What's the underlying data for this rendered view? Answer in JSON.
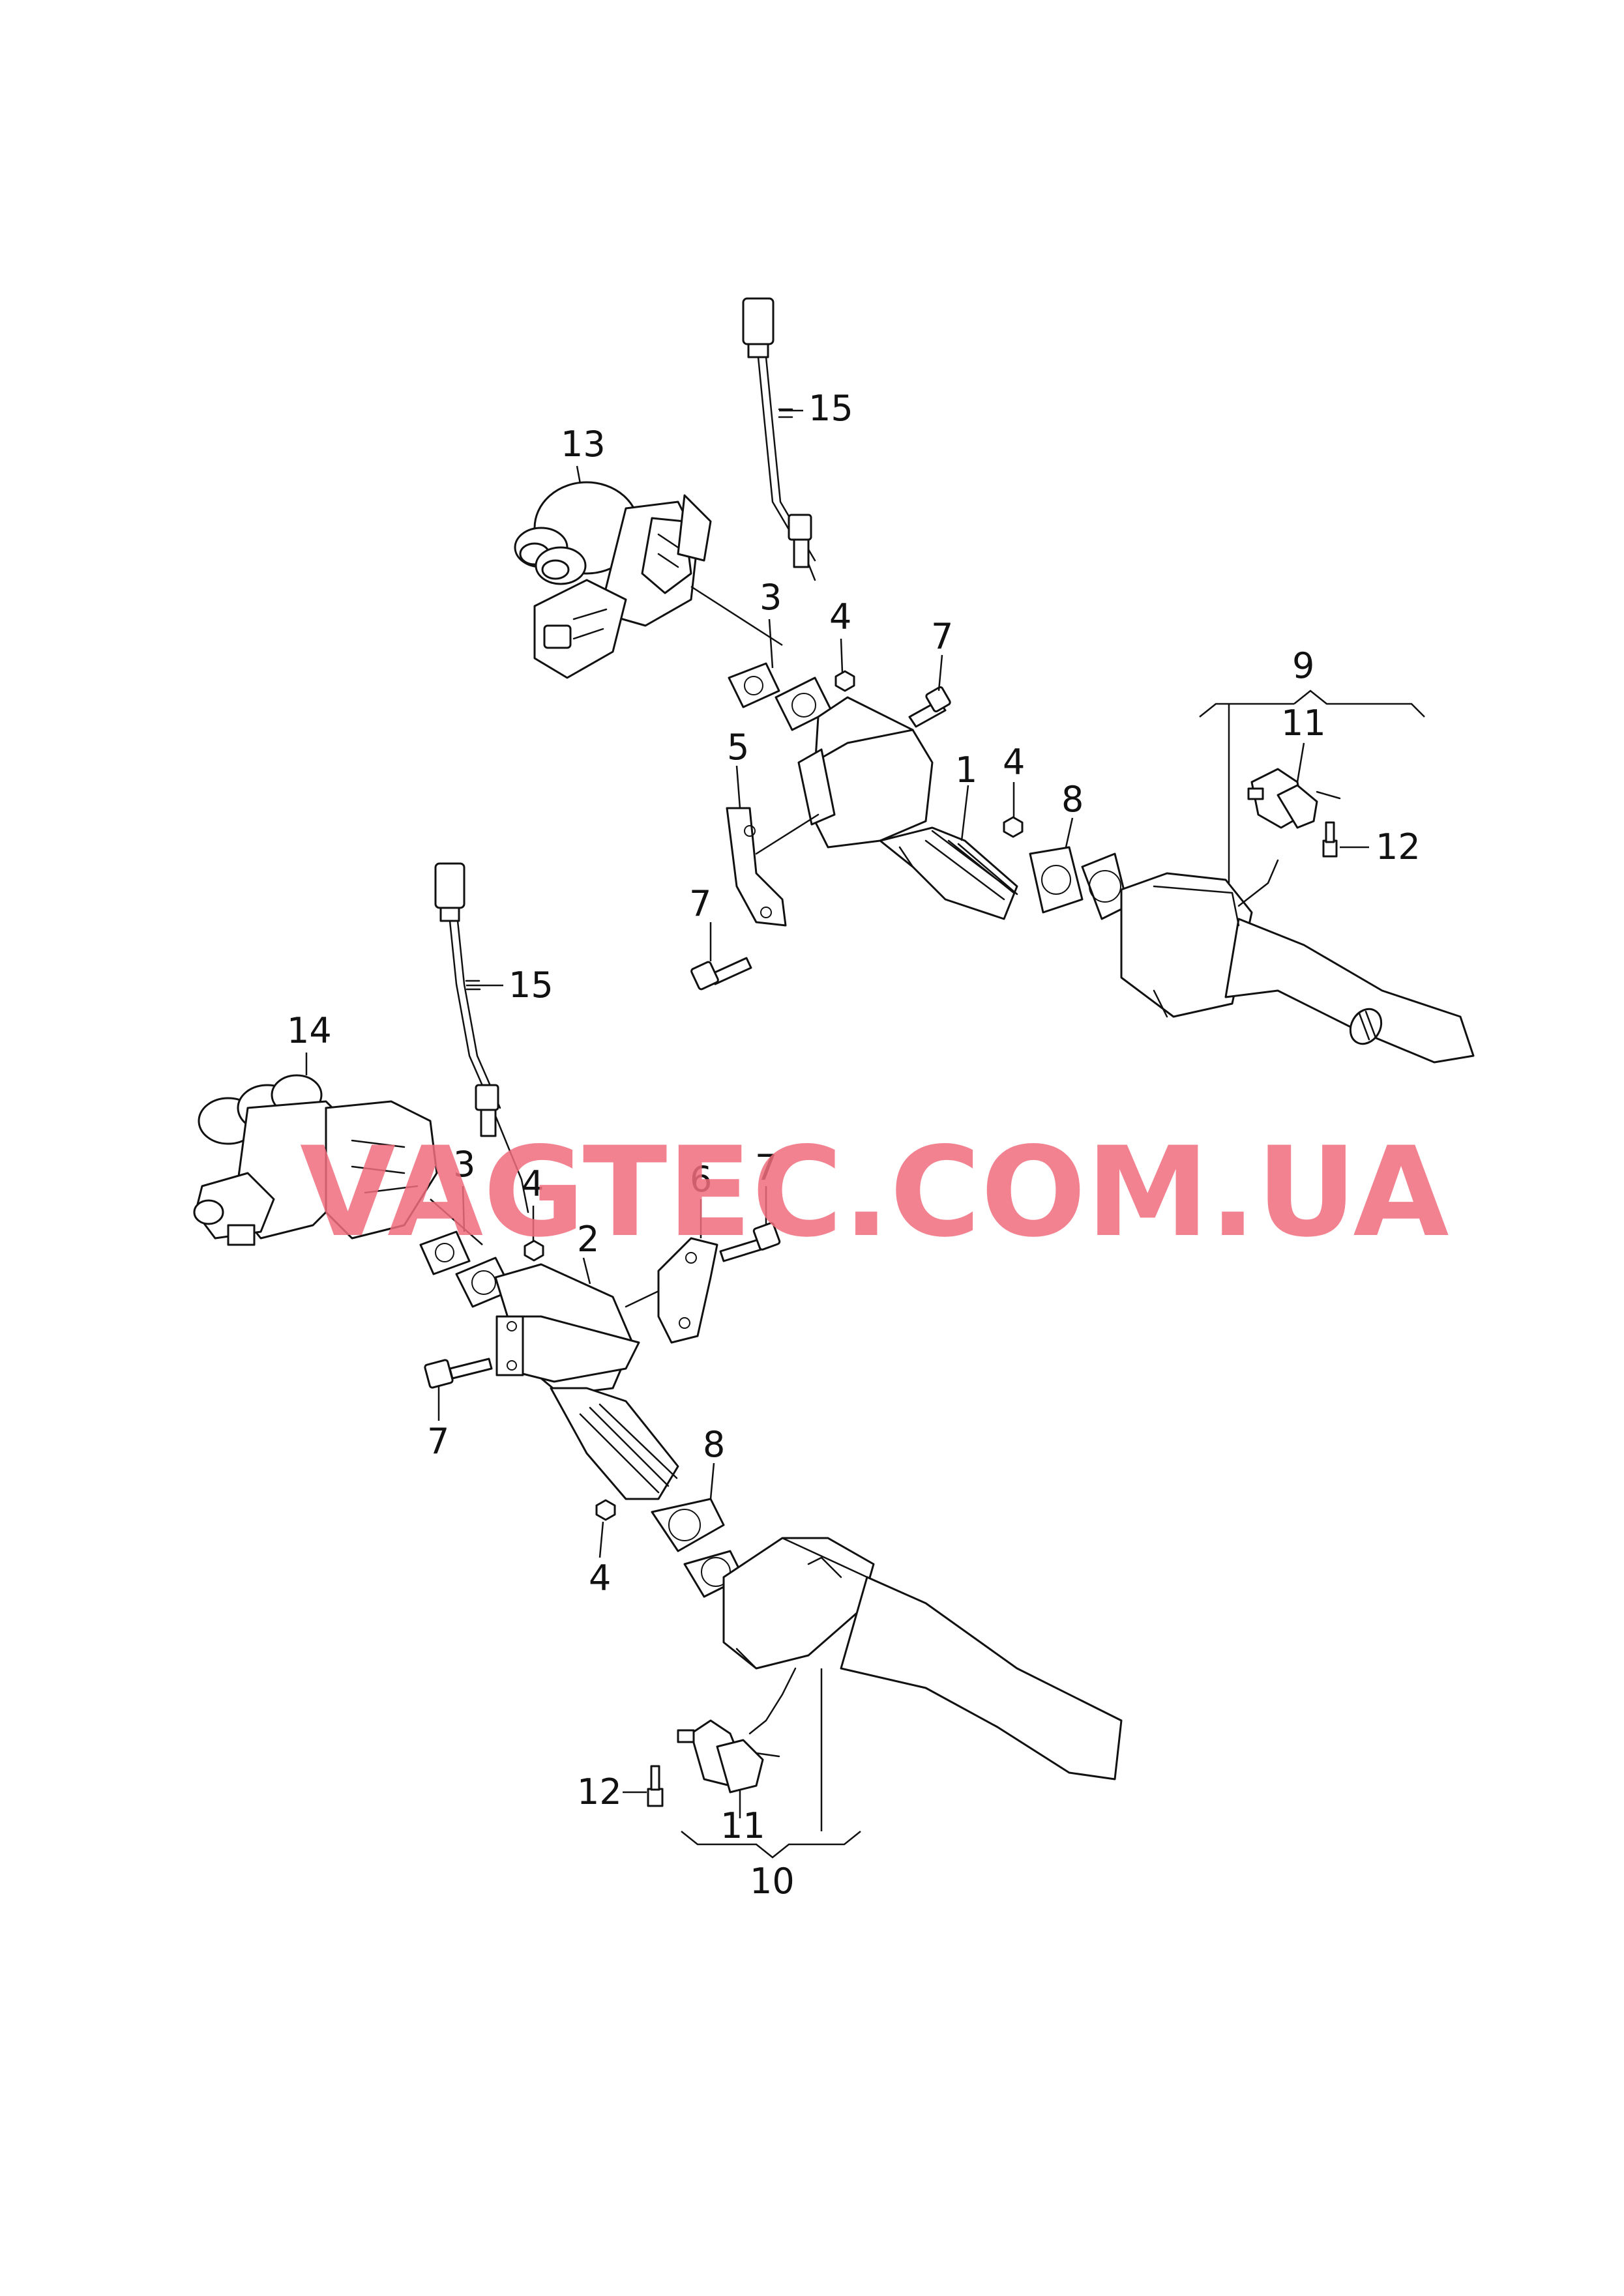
{
  "callouts": {
    "c1": "1",
    "c2": "2",
    "c3a": "3",
    "c3b": "3",
    "c4a": "4",
    "c4b": "4",
    "c4c": "4",
    "c4d": "4",
    "c5": "5",
    "c6": "6",
    "c7a": "7",
    "c7b": "7",
    "c7c": "7",
    "c7d": "7",
    "c8a": "8",
    "c8b": "8",
    "c9": "9",
    "c10": "10",
    "c11a": "11",
    "c11b": "11",
    "c12a": "12",
    "c12b": "12",
    "c13": "13",
    "c14": "14",
    "c15a": "15",
    "c15b": "15"
  },
  "watermark": "VAGTEC.COM.UA",
  "colors": {
    "line": "#111111",
    "watermark": "#f26d7d",
    "background": "#ffffff"
  }
}
